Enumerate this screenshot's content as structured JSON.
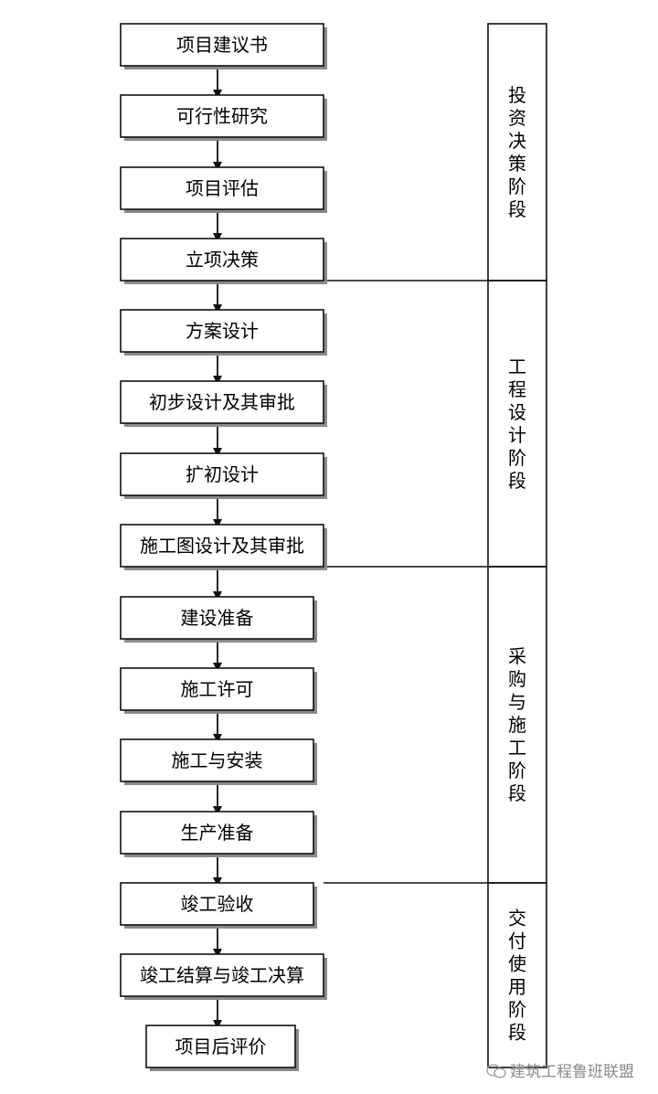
{
  "steps": [
    "项目建议书",
    "可行性研究",
    "项目评估",
    "立项决策",
    "方案设计",
    "初步设计及其审批",
    "扩初设计",
    "施工图设计及其审批",
    "建设准备",
    "施工许可",
    "施工与安装",
    "生产准备",
    "竣工验收",
    "竣工结算与竣工决算",
    "项目后评价"
  ],
  "phases": [
    "投资决策阶段",
    "工程设计阶段",
    "采购与施工阶段",
    "交付使用阶段"
  ],
  "watermark": "建筑工程鲁班联盟",
  "watermark_icon": "wechat-icon"
}
